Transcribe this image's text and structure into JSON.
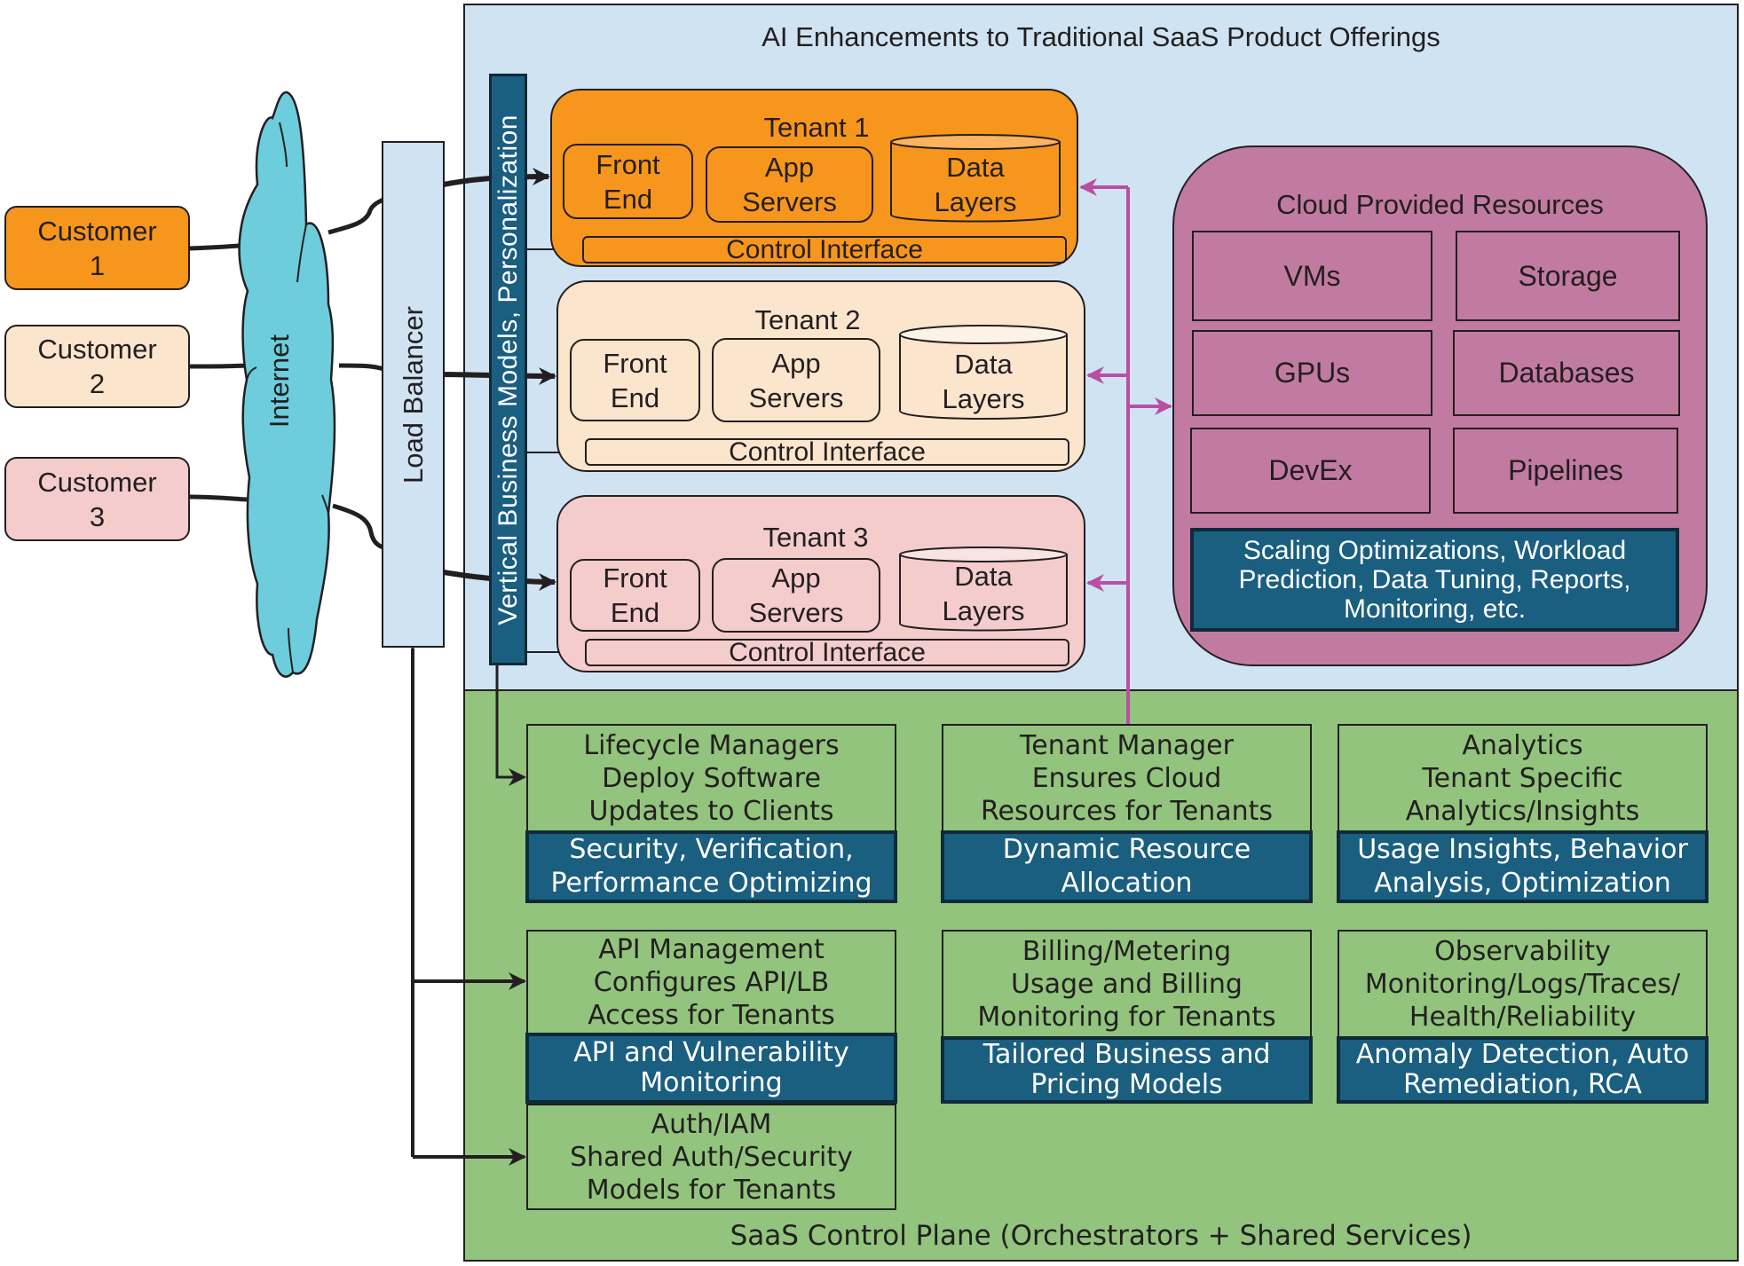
{
  "title": "AI Enhancements to Traditional SaaS Product Offerings",
  "footer": "SaaS Control Plane (Orchestrators + Shared Services)",
  "customers": [
    {
      "line1": "Customer",
      "line2": "1",
      "color": "#f7961d"
    },
    {
      "line1": "Customer",
      "line2": "2",
      "color": "#fce5cd"
    },
    {
      "line1": "Customer",
      "line2": "3",
      "color": "#f4cccc"
    }
  ],
  "internet": {
    "label": "Internet",
    "color": "#6dcddc"
  },
  "load_balancer": {
    "label": "Load Balancer"
  },
  "vertical_bar": {
    "label": "Vertical Business Models, Personalization"
  },
  "tenants": [
    {
      "title": "Tenant 1",
      "color": "#f7961d",
      "db_top": "#fbb35f",
      "front_end": [
        "Front",
        "End"
      ],
      "app_servers": [
        "App",
        "Servers"
      ],
      "data_layers": [
        "Data",
        "Layers"
      ],
      "control": "Control Interface"
    },
    {
      "title": "Tenant 2",
      "color": "#fce5cd",
      "db_top": "#fdf2e6",
      "front_end": [
        "Front",
        "End"
      ],
      "app_servers": [
        "App",
        "Servers"
      ],
      "data_layers": [
        "Data",
        "Layers"
      ],
      "control": "Control Interface"
    },
    {
      "title": "Tenant 3",
      "color": "#f4cccc",
      "db_top": "#f9e3e3",
      "front_end": [
        "Front",
        "End"
      ],
      "app_servers": [
        "App",
        "Servers"
      ],
      "data_layers": [
        "Data",
        "Layers"
      ],
      "control": "Control Interface"
    }
  ],
  "cloud_resources": {
    "title": "Cloud Provided Resources",
    "items": [
      "VMs",
      "Storage",
      "GPUs",
      "Databases",
      "DevEx",
      "Pipelines"
    ],
    "ai_lines": [
      "Scaling Optimizations, Workload",
      "Prediction, Data Tuning, Reports,",
      "Monitoring, etc."
    ]
  },
  "services": [
    {
      "lines": [
        "Lifecycle Managers",
        "Deploy Software",
        "Updates to Clients"
      ],
      "ai": [
        "Security, Verification,",
        "Performance Optimizing"
      ]
    },
    {
      "lines": [
        "Tenant Manager",
        "Ensures Cloud",
        "Resources for Tenants"
      ],
      "ai": [
        "Dynamic Resource",
        "Allocation"
      ]
    },
    {
      "lines": [
        "Analytics",
        "Tenant Specific",
        "Analytics/Insights"
      ],
      "ai": [
        "Usage Insights, Behavior",
        "Analysis, Optimization"
      ]
    },
    {
      "lines": [
        "API Management",
        "Configures API/LB",
        "Access for Tenants"
      ],
      "ai": [
        "API and Vulnerability",
        "Monitoring"
      ]
    },
    {
      "lines": [
        "Billing/Metering",
        "Usage and Billing",
        "Monitoring for Tenants"
      ],
      "ai": [
        "Tailored Business and",
        "Pricing Models"
      ]
    },
    {
      "lines": [
        "Observability",
        "Monitoring/Logs/Traces/",
        "Health/Reliability"
      ],
      "ai": [
        "Anomaly Detection, Auto",
        "Remediation, RCA"
      ]
    },
    {
      "lines": [
        "Auth/IAM",
        "Shared Auth/Security",
        "Models for Tenants"
      ],
      "ai": []
    }
  ],
  "colors": {
    "saas_region": "#d0e3f3",
    "control_plane": "#92c47d",
    "cloud_resources": "#c27ba0",
    "ai_box": "#1a5e80",
    "connector_magenta": "#b94fa5"
  }
}
